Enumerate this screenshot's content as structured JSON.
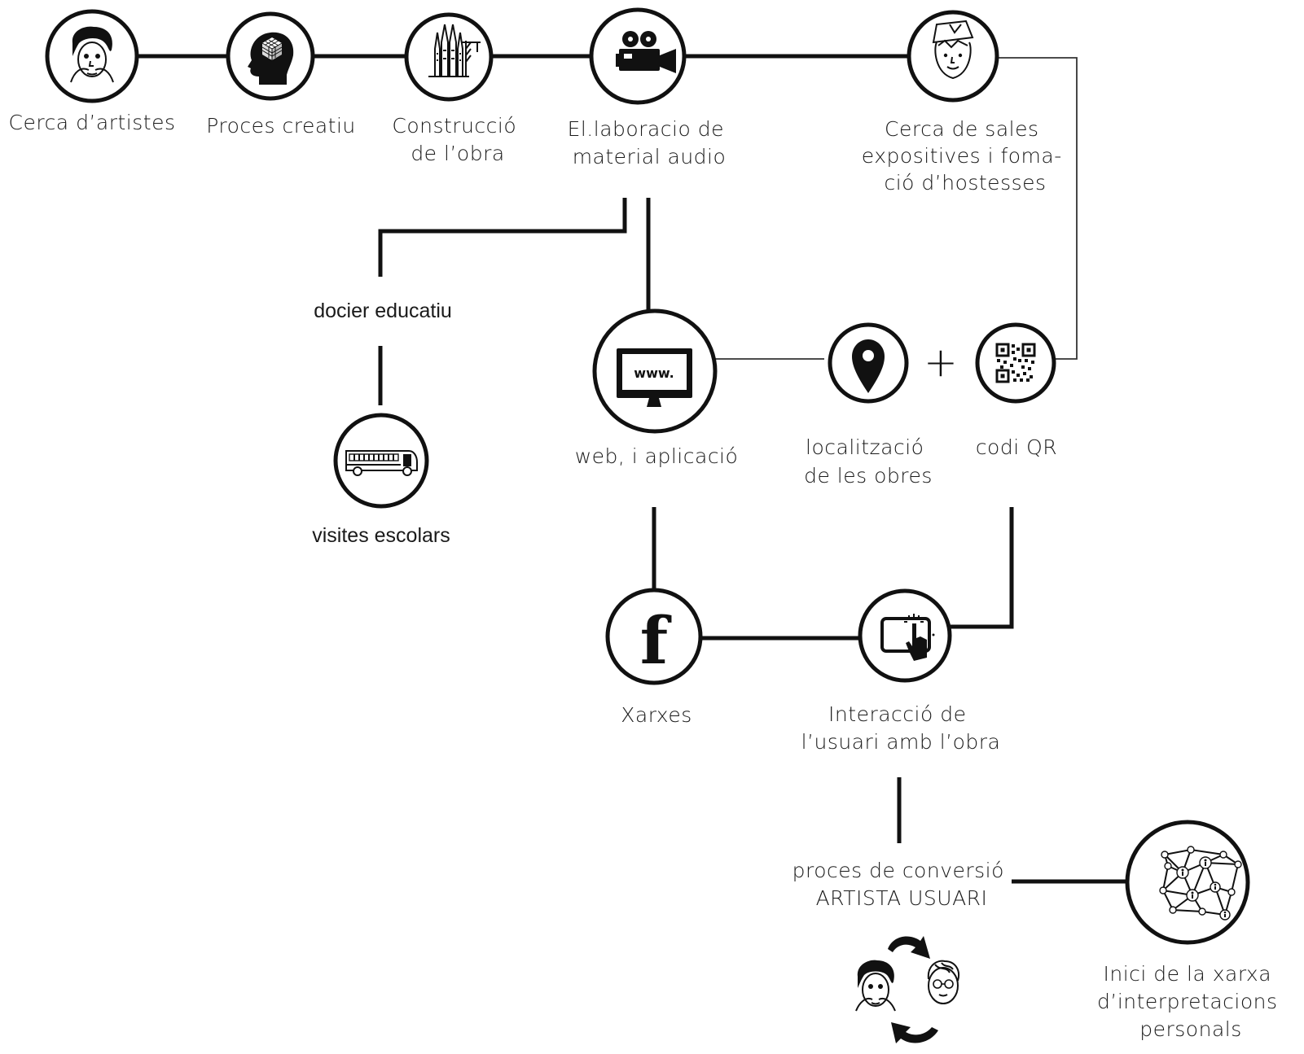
{
  "nodes": {
    "artistes": {
      "label": [
        "Cerca d’artistes"
      ],
      "icon": "artist-face-icon"
    },
    "proces": {
      "label": [
        "Proces creatiu"
      ],
      "icon": "head-cube-icon"
    },
    "construccio": {
      "label": [
        "Construcció",
        "de l’obra"
      ],
      "icon": "cathedral-crane-icon"
    },
    "audio": {
      "label": [
        "El.laboracio de",
        "material audio"
      ],
      "icon": "film-camera-icon"
    },
    "sales": {
      "label": [
        "Cerca de sales",
        "expositives  i foma-",
        "ció d’hostesses"
      ],
      "icon": "hostess-face-icon"
    },
    "docier": {
      "label": [
        "docier educatiu"
      ]
    },
    "escolars": {
      "label": [
        "visites escolars"
      ],
      "icon": "school-bus-icon"
    },
    "web": {
      "label": [
        "web,  i aplicació"
      ],
      "icon": "monitor-www-icon",
      "screen_text": "www."
    },
    "localitzacio": {
      "label": [
        "localització",
        "de les obres"
      ],
      "icon": "location-pin-icon"
    },
    "plus": {
      "label": "+"
    },
    "qr": {
      "label": [
        "codi QR"
      ],
      "icon": "qr-code-icon"
    },
    "xarxes": {
      "label": [
        "Xarxes"
      ],
      "icon": "facebook-icon",
      "glyph": "f"
    },
    "interaccio": {
      "label": [
        "Interacció de",
        "l’usuari amb l’obra"
      ],
      "icon": "tablet-touch-icon"
    },
    "conversio": {
      "label": [
        "proces de conversió",
        "ARTISTA USUARI"
      ],
      "icon": "artist-user-cycle-icon"
    },
    "xarxa": {
      "label": [
        "Inici de la xarxa",
        "d’interpretacions",
        "personals"
      ],
      "icon": "network-people-icon"
    }
  },
  "colors": {
    "ink": "#111111",
    "background": "#ffffff"
  }
}
